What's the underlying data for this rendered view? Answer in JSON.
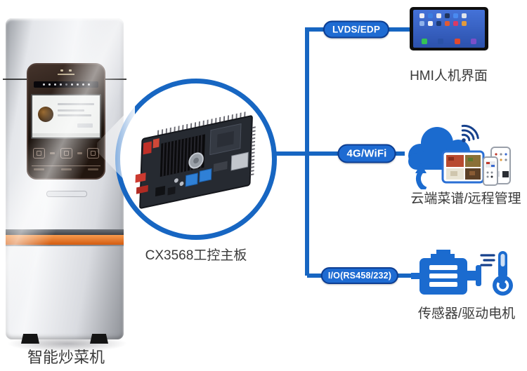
{
  "machine": {
    "label": "智能炒菜机"
  },
  "board": {
    "label": "CX3568工控主板"
  },
  "connections": {
    "lvds": {
      "label": "LVDS/EDP"
    },
    "wifi": {
      "label": "4G/WiFi"
    },
    "io": {
      "label": "I/O(RS458/232)"
    }
  },
  "endpoints": {
    "hmi": {
      "label": "HMI人机界面"
    },
    "cloud": {
      "label": "云端菜谱/远程管理"
    },
    "sensor": {
      "label": "传感器/驱动电机"
    }
  },
  "colors": {
    "line_blue": "#1766c2",
    "badge_fill": "#1e6bd2",
    "badge_border": "#0c3d92",
    "cloud_blue": "#1b6bcf",
    "wifi_dark_blue": "#16418c",
    "accent_orange": "#e87422",
    "label_text": "#3a3a3a"
  }
}
